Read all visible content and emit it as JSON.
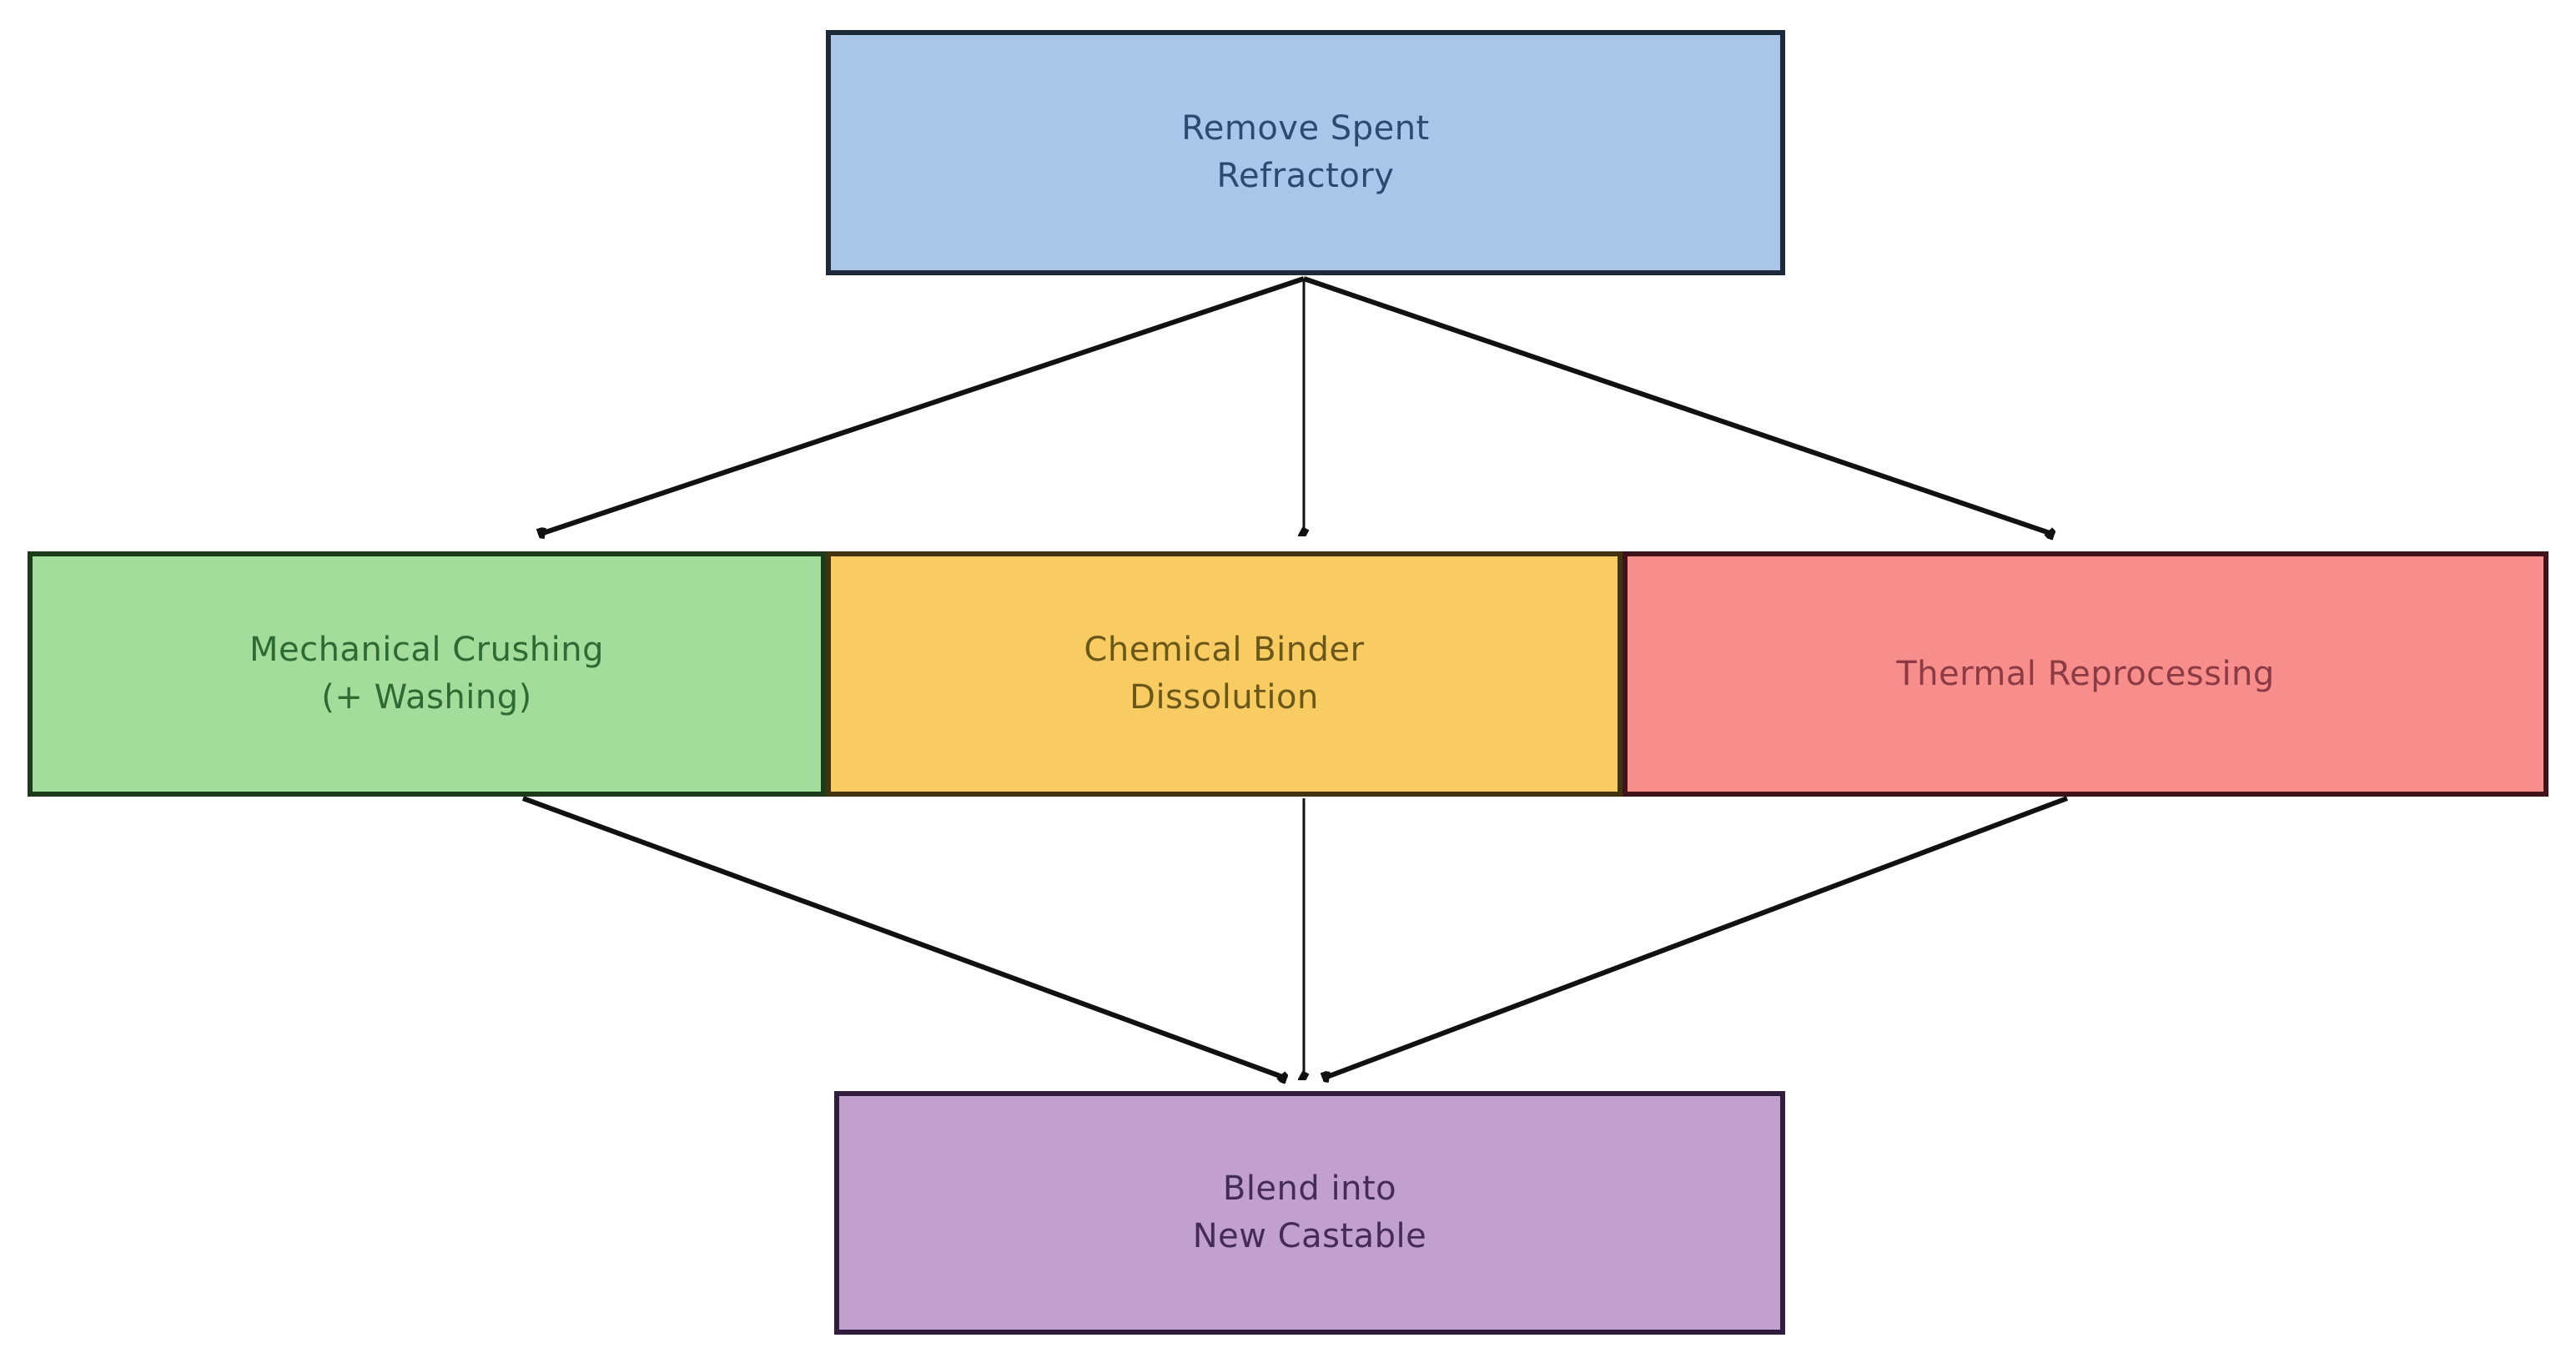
{
  "diagram": {
    "type": "flowchart",
    "background": "#ffffff",
    "arrow_color": "#111111",
    "nodes": {
      "remove_spent_refractory": {
        "label": "Remove Spent\nRefractory",
        "fill": "#a9c6e8",
        "border": "#1c2a3a",
        "text_color": "#2d4a6e"
      },
      "mechanical_crushing": {
        "label": "Mechanical Crushing\n(+ Washing)",
        "fill": "#a3dc9b",
        "border": "#1c3a1c",
        "text_color": "#2e6b33"
      },
      "chemical_binder": {
        "label": "Chemical Binder\nDissolution",
        "fill": "#f8cb63",
        "border": "#40330d",
        "text_color": "#6b5717"
      },
      "thermal_reprocessing": {
        "label": "Thermal Reprocessing",
        "fill": "#f88e8b",
        "border": "#401219",
        "text_color": "#8c3a44"
      },
      "blend_new_castable": {
        "label": "Blend into\nNew Castable",
        "fill": "#c1a0cd",
        "border": "#2f1d3b",
        "text_color": "#452b58"
      }
    },
    "edges": [
      {
        "from": "remove_spent_refractory",
        "to": "mechanical_crushing"
      },
      {
        "from": "remove_spent_refractory",
        "to": "chemical_binder"
      },
      {
        "from": "remove_spent_refractory",
        "to": "thermal_reprocessing"
      },
      {
        "from": "mechanical_crushing",
        "to": "blend_new_castable"
      },
      {
        "from": "chemical_binder",
        "to": "blend_new_castable"
      },
      {
        "from": "thermal_reprocessing",
        "to": "blend_new_castable"
      }
    ]
  }
}
